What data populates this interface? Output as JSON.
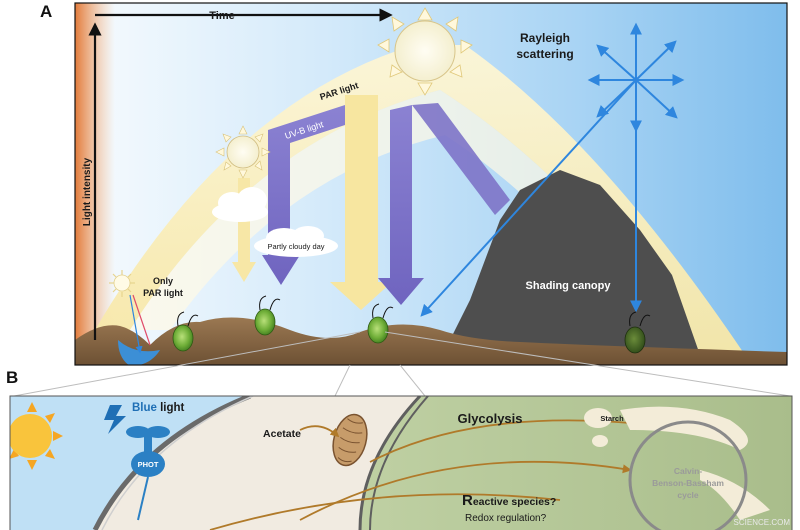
{
  "panel_a": {
    "letter": "A",
    "time_label": "Time",
    "light_intensity_label": "Light intensity",
    "par_light_label": "PAR light",
    "uvb_light_label": "UV-B light",
    "rayleigh_line1": "Rayleigh",
    "rayleigh_line2": "scattering",
    "partly_cloudy_label": "Partly cloudy day",
    "only_par_line1": "Only",
    "only_par_line2": "PAR light",
    "shading_canopy_label": "Shading canopy"
  },
  "panel_b": {
    "letter": "B",
    "blue_word": "Blue",
    "light_word": " light",
    "phot_label": "PHOT",
    "acetate_label": "Acetate",
    "glycolysis_label": "Glycolysis",
    "starch_label": "Starch",
    "cycle_line1": "Calvin-",
    "cycle_line2": "Benson-Bassham",
    "cycle_line3": "cycle",
    "reactive_initial": "R",
    "reactive_rest": "eactive species?",
    "redox_label": "Redox regulation?"
  },
  "watermark": "SCIENCE.COM",
  "colors": {
    "sky_blue": "#8fc6ef",
    "par_yellow": "#fbf1c4",
    "uvb_purple": "#7a6fc6",
    "ground_brown": "#8a6a48",
    "canopy_grey": "#4e4e4e",
    "arrow_blue": "#2e86de",
    "cell_green": "#5fa033",
    "sun_orange": "#f5a623"
  }
}
